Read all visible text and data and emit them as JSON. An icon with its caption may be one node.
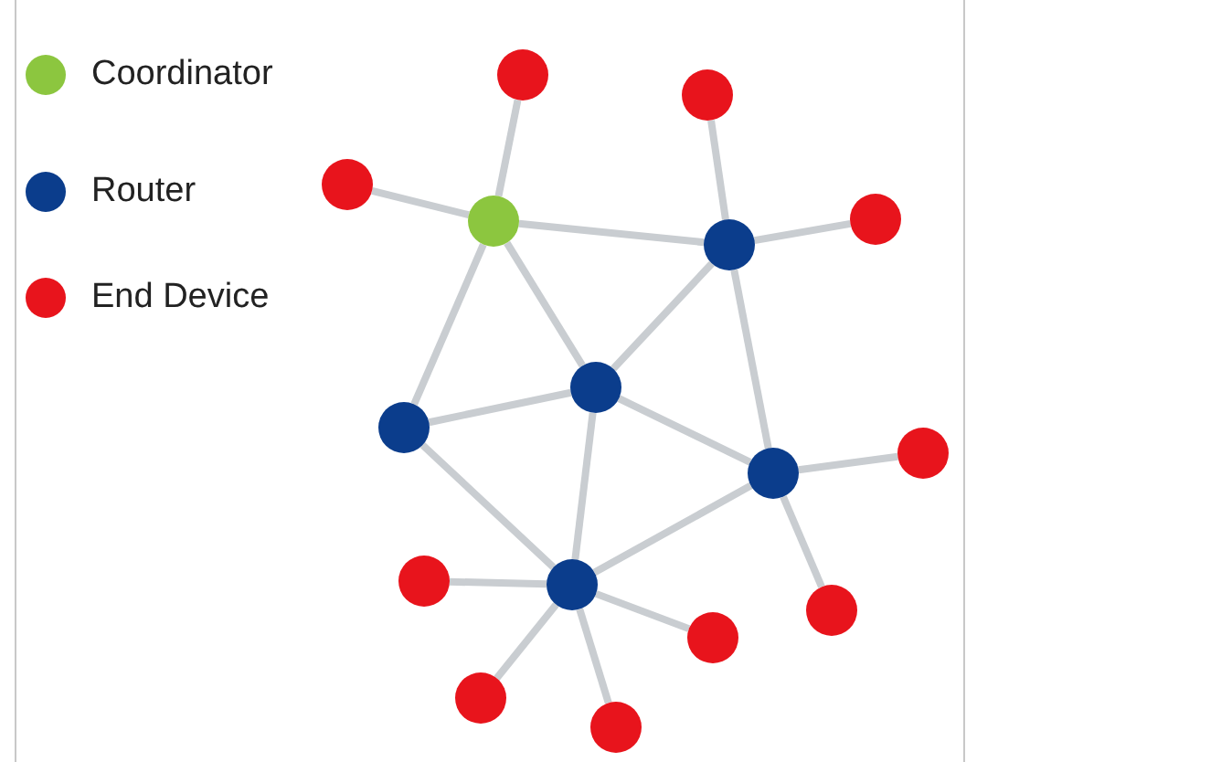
{
  "diagram": {
    "nodes": [
      {
        "text": [],
        "shape": "circle"
      },
      {
        "text": [],
        "shape": "circle"
      },
      {
        "text": [],
        "shape": "circle"
      },
      {
        "text": [],
        "shape": "circle"
      },
      {
        "text": [],
        "shape": "circle"
      },
      {
        "text": [],
        "shape": "circle"
      },
      {
        "text": [],
        "shape": "circle"
      },
      {
        "text": [],
        "shape": "circle"
      },
      {
        "text": [],
        "shape": "circle"
      },
      {
        "text": [],
        "shape": "circle"
      },
      {
        "text": [],
        "shape": "circle"
      },
      {
        "text": [],
        "shape": "circle"
      },
      {
        "text": [],
        "shape": "circle"
      },
      {
        "text": [],
        "shape": "circle"
      },
      {
        "text": [],
        "shape": "circle"
      },
      {
        "text": [],
        "shape": "circle"
      }
    ],
    "edges": [
      {
        "from": 4,
        "to": 0,
        "arrow": "none"
      },
      {
        "from": 4,
        "to": 2,
        "arrow": "none"
      },
      {
        "from": 4,
        "to": 5,
        "arrow": "none"
      },
      {
        "from": 4,
        "to": 6,
        "arrow": "none"
      },
      {
        "from": 4,
        "to": 7,
        "arrow": "none"
      },
      {
        "from": 5,
        "to": 1,
        "arrow": "none"
      },
      {
        "from": 5,
        "to": 3,
        "arrow": "none"
      },
      {
        "from": 5,
        "to": 6,
        "arrow": "none"
      },
      {
        "from": 5,
        "to": 9,
        "arrow": "none"
      },
      {
        "from": 6,
        "to": 7,
        "arrow": "none"
      },
      {
        "from": 6,
        "to": 9,
        "arrow": "none"
      },
      {
        "from": 6,
        "to": 11,
        "arrow": "none"
      },
      {
        "from": 7,
        "to": 11,
        "arrow": "none"
      },
      {
        "from": 9,
        "to": 8,
        "arrow": "none"
      },
      {
        "from": 9,
        "to": 12,
        "arrow": "none"
      },
      {
        "from": 9,
        "to": 11,
        "arrow": "none"
      },
      {
        "from": 11,
        "to": 10,
        "arrow": "none"
      },
      {
        "from": 11,
        "to": 13,
        "arrow": "none"
      },
      {
        "from": 11,
        "to": 14,
        "arrow": "none"
      },
      {
        "from": 11,
        "to": 15,
        "arrow": "none"
      }
    ],
    "legend": [
      {
        "text": "Coordinator",
        "color": "#8cc63f"
      },
      {
        "text": "Router",
        "color": "#0b3d8c"
      },
      {
        "text": "End Device",
        "color": "#e8141c"
      }
    ]
  }
}
